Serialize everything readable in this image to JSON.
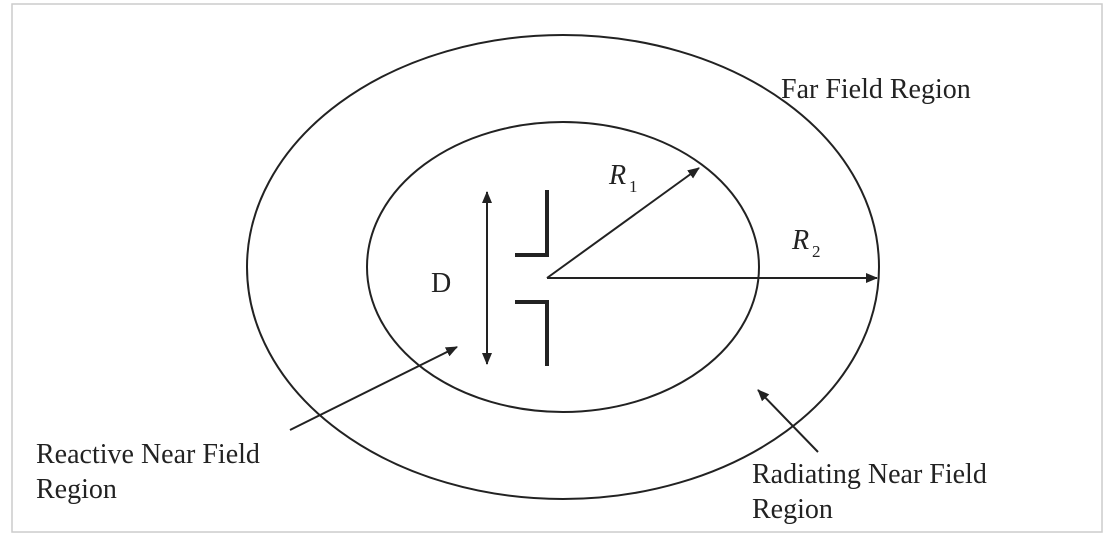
{
  "labels": {
    "far_field": "Far Field Region",
    "radiating_line1": "Radiating Near Field",
    "radiating_line2": "Region",
    "reactive_line1": "Reactive Near Field",
    "reactive_line2": "Region",
    "diameter": "D",
    "r1_symbol": "R",
    "r1_subscript": "1",
    "r2_symbol": "R",
    "r2_subscript": "2"
  },
  "colors": {
    "ink": "#222222",
    "background": "#ffffff",
    "frame": "#cccccc"
  }
}
